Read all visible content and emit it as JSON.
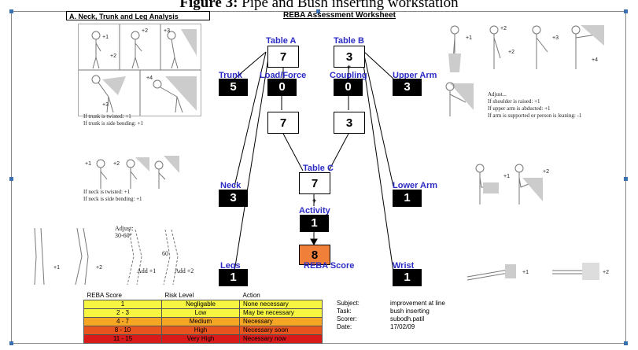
{
  "caption": {
    "prefix": "Figure 3:",
    "text": "Pipe and Bush inserting workstation"
  },
  "section_title": "A. Neck, Trunk and Leg Analysis",
  "worksheet_title": "REBA Assessment Worksheet",
  "table_a": {
    "label": "Table A",
    "value": "7"
  },
  "table_b": {
    "label": "Table B",
    "value": "3"
  },
  "table_c": {
    "label": "Table C",
    "value": "7"
  },
  "trunk": {
    "label": "Trunk",
    "value": "5"
  },
  "neck": {
    "label": "Neck",
    "value": "3"
  },
  "legs": {
    "label": "Legs",
    "value": "1"
  },
  "load_force": {
    "label": "Load/Force",
    "value": "0",
    "sum": "7"
  },
  "coupling": {
    "label": "Coupling",
    "value": "0",
    "sum": "3"
  },
  "upper_arm": {
    "label": "Upper Arm",
    "value": "3"
  },
  "lower_arm": {
    "label": "Lower Arm",
    "value": "1"
  },
  "wrist": {
    "label": "Wrist",
    "value": "1"
  },
  "activity": {
    "label": "Activity",
    "value": "1"
  },
  "reba": {
    "label": "REBA Score",
    "value": "8"
  },
  "plus_sign": "+",
  "notes": {
    "trunk": "If trunk is twisted: +1\nIf trunk is side bending: +1",
    "neck": "If neck is twisted: +1\nIf neck is side bending: +1",
    "legs_adjust": "Adjust:\n30-60°",
    "legs_add1": "Add +1",
    "legs_add2": "Add +2",
    "legs_60": "60",
    "upper_arm": "Adjust...\nIf shoulder is raised: +1\nIf upper arm is abducted: +1\nIf arm is supported or person is leaning: -1",
    "trunk_scores": [
      "+1",
      "+2",
      "+2",
      "+3",
      "+4",
      "+3"
    ],
    "neck_scores": [
      "+1",
      "+2"
    ],
    "leg_scores": [
      "+1",
      "+2"
    ],
    "arm_scores": [
      "+1",
      "+2",
      "+2",
      "+3",
      "+4"
    ],
    "lower_arm_scores": [
      "+1",
      "+2"
    ],
    "wrist_scores": [
      "+1",
      "+2"
    ]
  },
  "score_table": {
    "headers": [
      "REBA Score",
      "Risk Level",
      "Action"
    ],
    "rows": [
      {
        "score": "1",
        "risk": "Negligable",
        "action": "None necessary",
        "color": "#f5f542"
      },
      {
        "score": "2 - 3",
        "risk": "Low",
        "action": "May be necessary",
        "color": "#f5f542"
      },
      {
        "score": "4 - 7",
        "risk": "Medium",
        "action": "Necessary",
        "color": "#f5a623"
      },
      {
        "score": "8 - 10",
        "risk": "High",
        "action": "Necessary soon",
        "color": "#e8541e"
      },
      {
        "score": "11 - 15",
        "risk": "Very High",
        "action": "Necessary now",
        "color": "#d91a1a"
      }
    ]
  },
  "info": [
    {
      "key": "Subject:",
      "value": "improvement at line"
    },
    {
      "key": "Task:",
      "value": "bush inserting"
    },
    {
      "key": "Scorer:",
      "value": "subodh.patil"
    },
    {
      "key": "Date:",
      "value": "17/02/09"
    }
  ]
}
